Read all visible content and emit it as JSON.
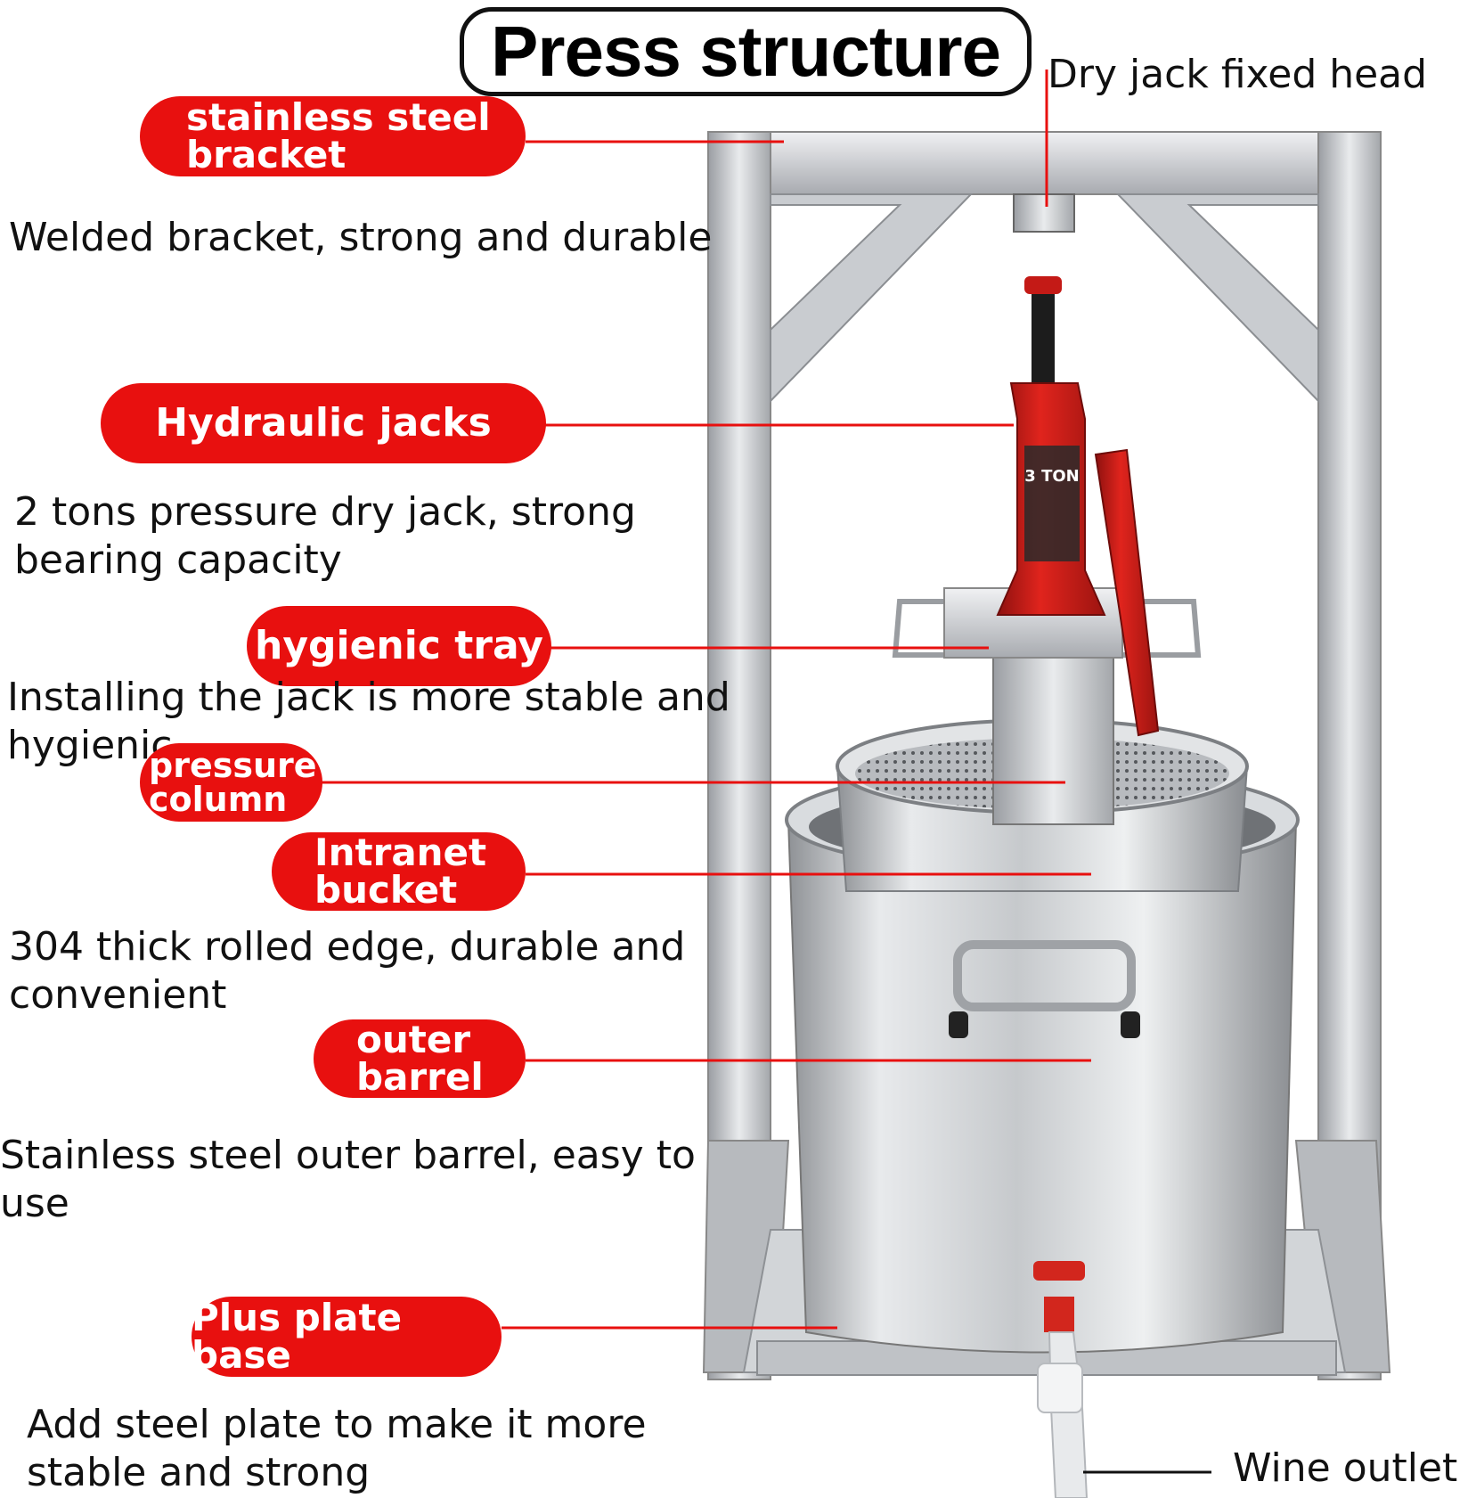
{
  "title": "Press structure",
  "callouts": {
    "dry_jack_head": "Dry jack fixed head",
    "bracket": [
      "stainless steel",
      "bracket"
    ],
    "bracket_desc": "Welded bracket, strong and durable",
    "jacks": "Hydraulic jacks",
    "jacks_desc": [
      "2 tons pressure dry jack, strong",
      "bearing capacity"
    ],
    "tray": "hygienic tray",
    "tray_desc": [
      "Installing the jack is more stable and",
      "hygienic"
    ],
    "column": [
      "pressure",
      "column"
    ],
    "intranet": [
      "Intranet",
      "bucket"
    ],
    "intranet_desc": [
      "304 thick rolled edge, durable and",
      "convenient"
    ],
    "outer": [
      "outer",
      "barrel"
    ],
    "outer_desc": [
      "Stainless steel outer barrel, easy to",
      "use"
    ],
    "base": "Plus plate base",
    "base_desc": [
      "Add steel plate to make it more",
      "stable and strong"
    ],
    "outlet": "Wine outlet",
    "jack_mark": "3 TON"
  },
  "colors": {
    "accent_red": "#e8100f",
    "steel_light": "#e6e8ea",
    "steel_mid": "#b9bcc0",
    "steel_dark": "#8d9095",
    "jack_red": "#c41a16"
  }
}
